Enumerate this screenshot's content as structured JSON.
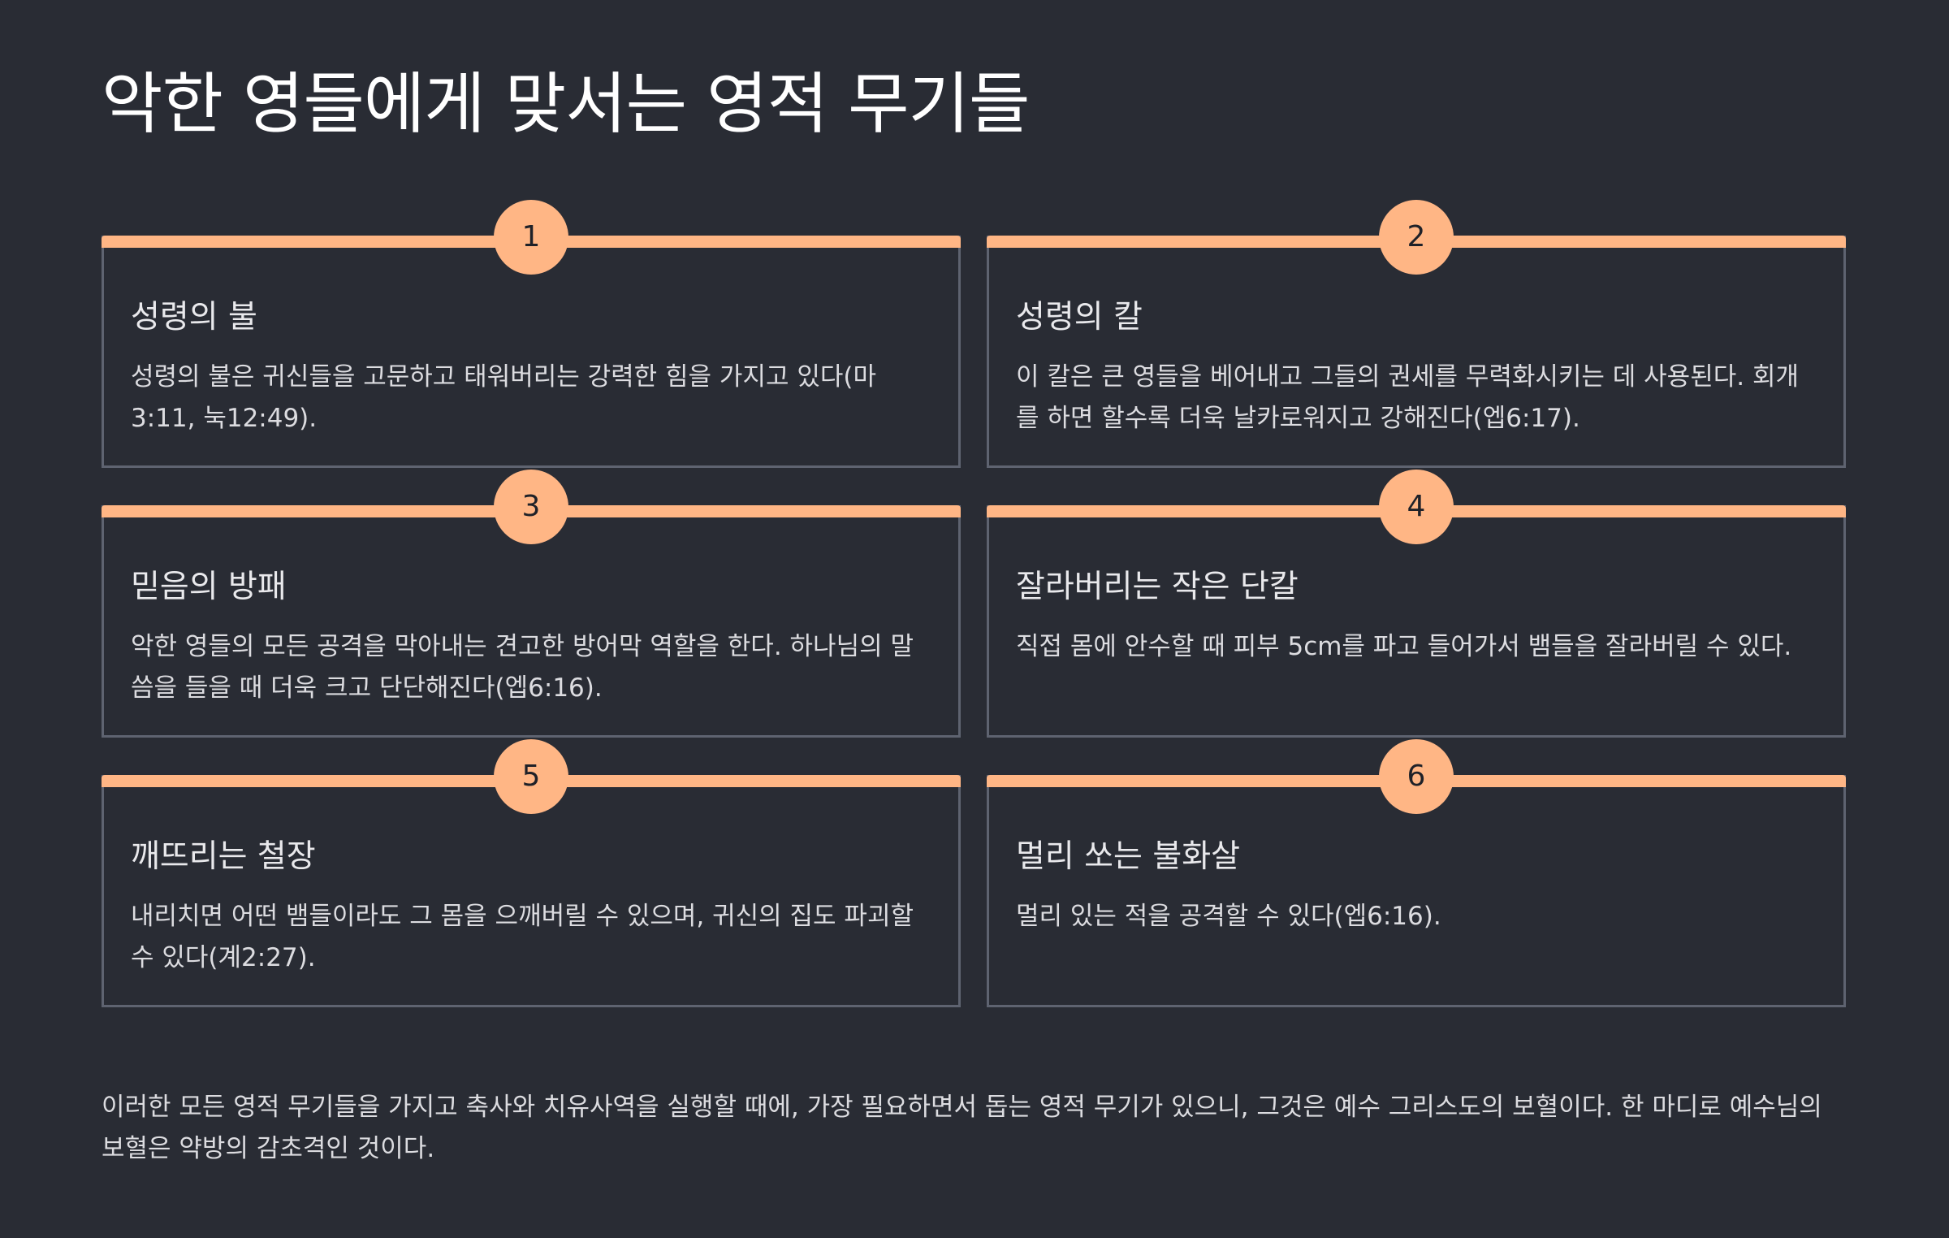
{
  "title": "악한 영들에게 맞서는 영적 무기들",
  "cards": [
    {
      "number": "1",
      "title": "성령의 불",
      "description": "성령의 불은 귀신들을 고문하고 태워버리는 강력한 힘을 가지고 있다(마3:11, 눅12:49)."
    },
    {
      "number": "2",
      "title": "성령의 칼",
      "description": "이 칼은 큰 영들을 베어내고 그들의 권세를 무력화시키는 데 사용된다. 회개를 하면 할수록 더욱 날카로워지고 강해진다(엡6:17)."
    },
    {
      "number": "3",
      "title": "믿음의 방패",
      "description": "악한 영들의 모든 공격을 막아내는 견고한 방어막 역할을 한다. 하나님의 말씀을 들을 때 더욱 크고 단단해진다(엡6:16)."
    },
    {
      "number": "4",
      "title": "잘라버리는 작은 단칼",
      "description": "직접 몸에 안수할 때 피부 5cm를 파고 들어가서 뱀들을 잘라버릴 수 있다."
    },
    {
      "number": "5",
      "title": "깨뜨리는 철장",
      "description": "내리치면 어떤 뱀들이라도 그 몸을 으깨버릴 수 있으며, 귀신의 집도 파괴할 수 있다(계2:27)."
    },
    {
      "number": "6",
      "title": "멀리 쏘는 불화살",
      "description": "멀리 있는 적을 공격할 수 있다(엡6:16)."
    }
  ],
  "footer": "이러한 모든 영적 무기들을 가지고 축사와 치유사역을 실행할 때에, 가장 필요하면서 돕는 영적 무기가 있으니, 그것은 예수 그리스도의 보혈이다. 한 마디로 예수님의 보혈은 약방의 감초격인 것이다.",
  "colors": {
    "background": "#292c34",
    "accent": "#ffb685",
    "border": "#5e6370"
  }
}
